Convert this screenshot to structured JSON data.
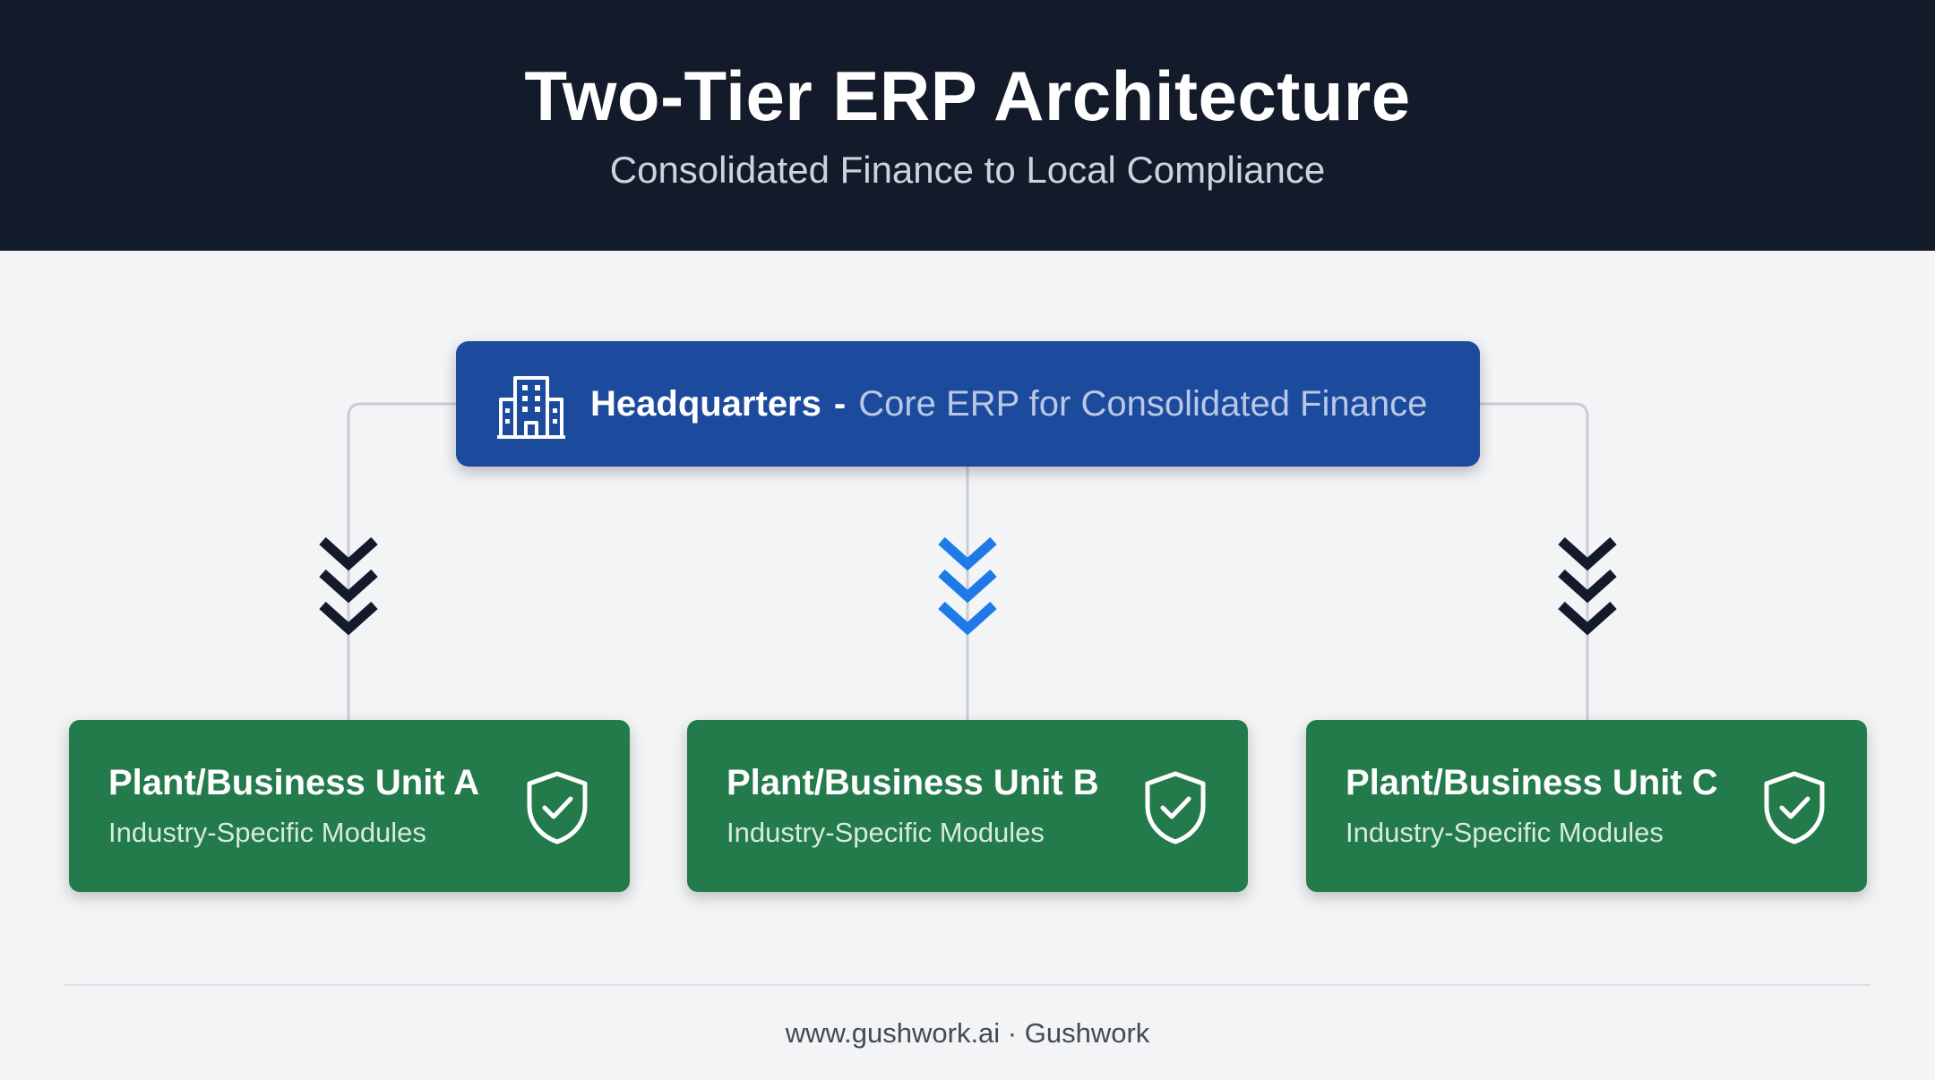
{
  "header": {
    "title": "Two-Tier ERP Architecture",
    "subtitle": "Consolidated Finance to Local Compliance"
  },
  "headquarters": {
    "name": "Headquarters",
    "separator": "-",
    "description": "Core ERP for Consolidated Finance",
    "icon": "building-icon"
  },
  "units": [
    {
      "title": "Plant/Business Unit A",
      "subtitle": "Industry-Specific Modules",
      "icon": "shield-check-icon"
    },
    {
      "title": "Plant/Business Unit B",
      "subtitle": "Industry-Specific Modules",
      "icon": "shield-check-icon"
    },
    {
      "title": "Plant/Business Unit C",
      "subtitle": "Industry-Specific Modules",
      "icon": "shield-check-icon"
    }
  ],
  "footer": {
    "text": "www.gushwork.ai · Gushwork"
  },
  "colors": {
    "header_bg": "#131b2b",
    "hq_bg": "#1c4a9c",
    "unit_bg": "#237a4a",
    "arrow_dark": "#131b2b",
    "arrow_accent": "#1f7ae8",
    "connector": "#c9cdd3"
  }
}
